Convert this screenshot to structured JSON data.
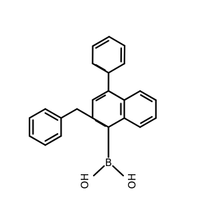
{
  "molecule": {
    "atoms": {
      "boron": "B",
      "hydroxyl_left": "OH",
      "hydroxyl_right": "OH"
    },
    "colors": {
      "bond": "#000000",
      "label": "#000000",
      "background": "#ffffff"
    }
  }
}
